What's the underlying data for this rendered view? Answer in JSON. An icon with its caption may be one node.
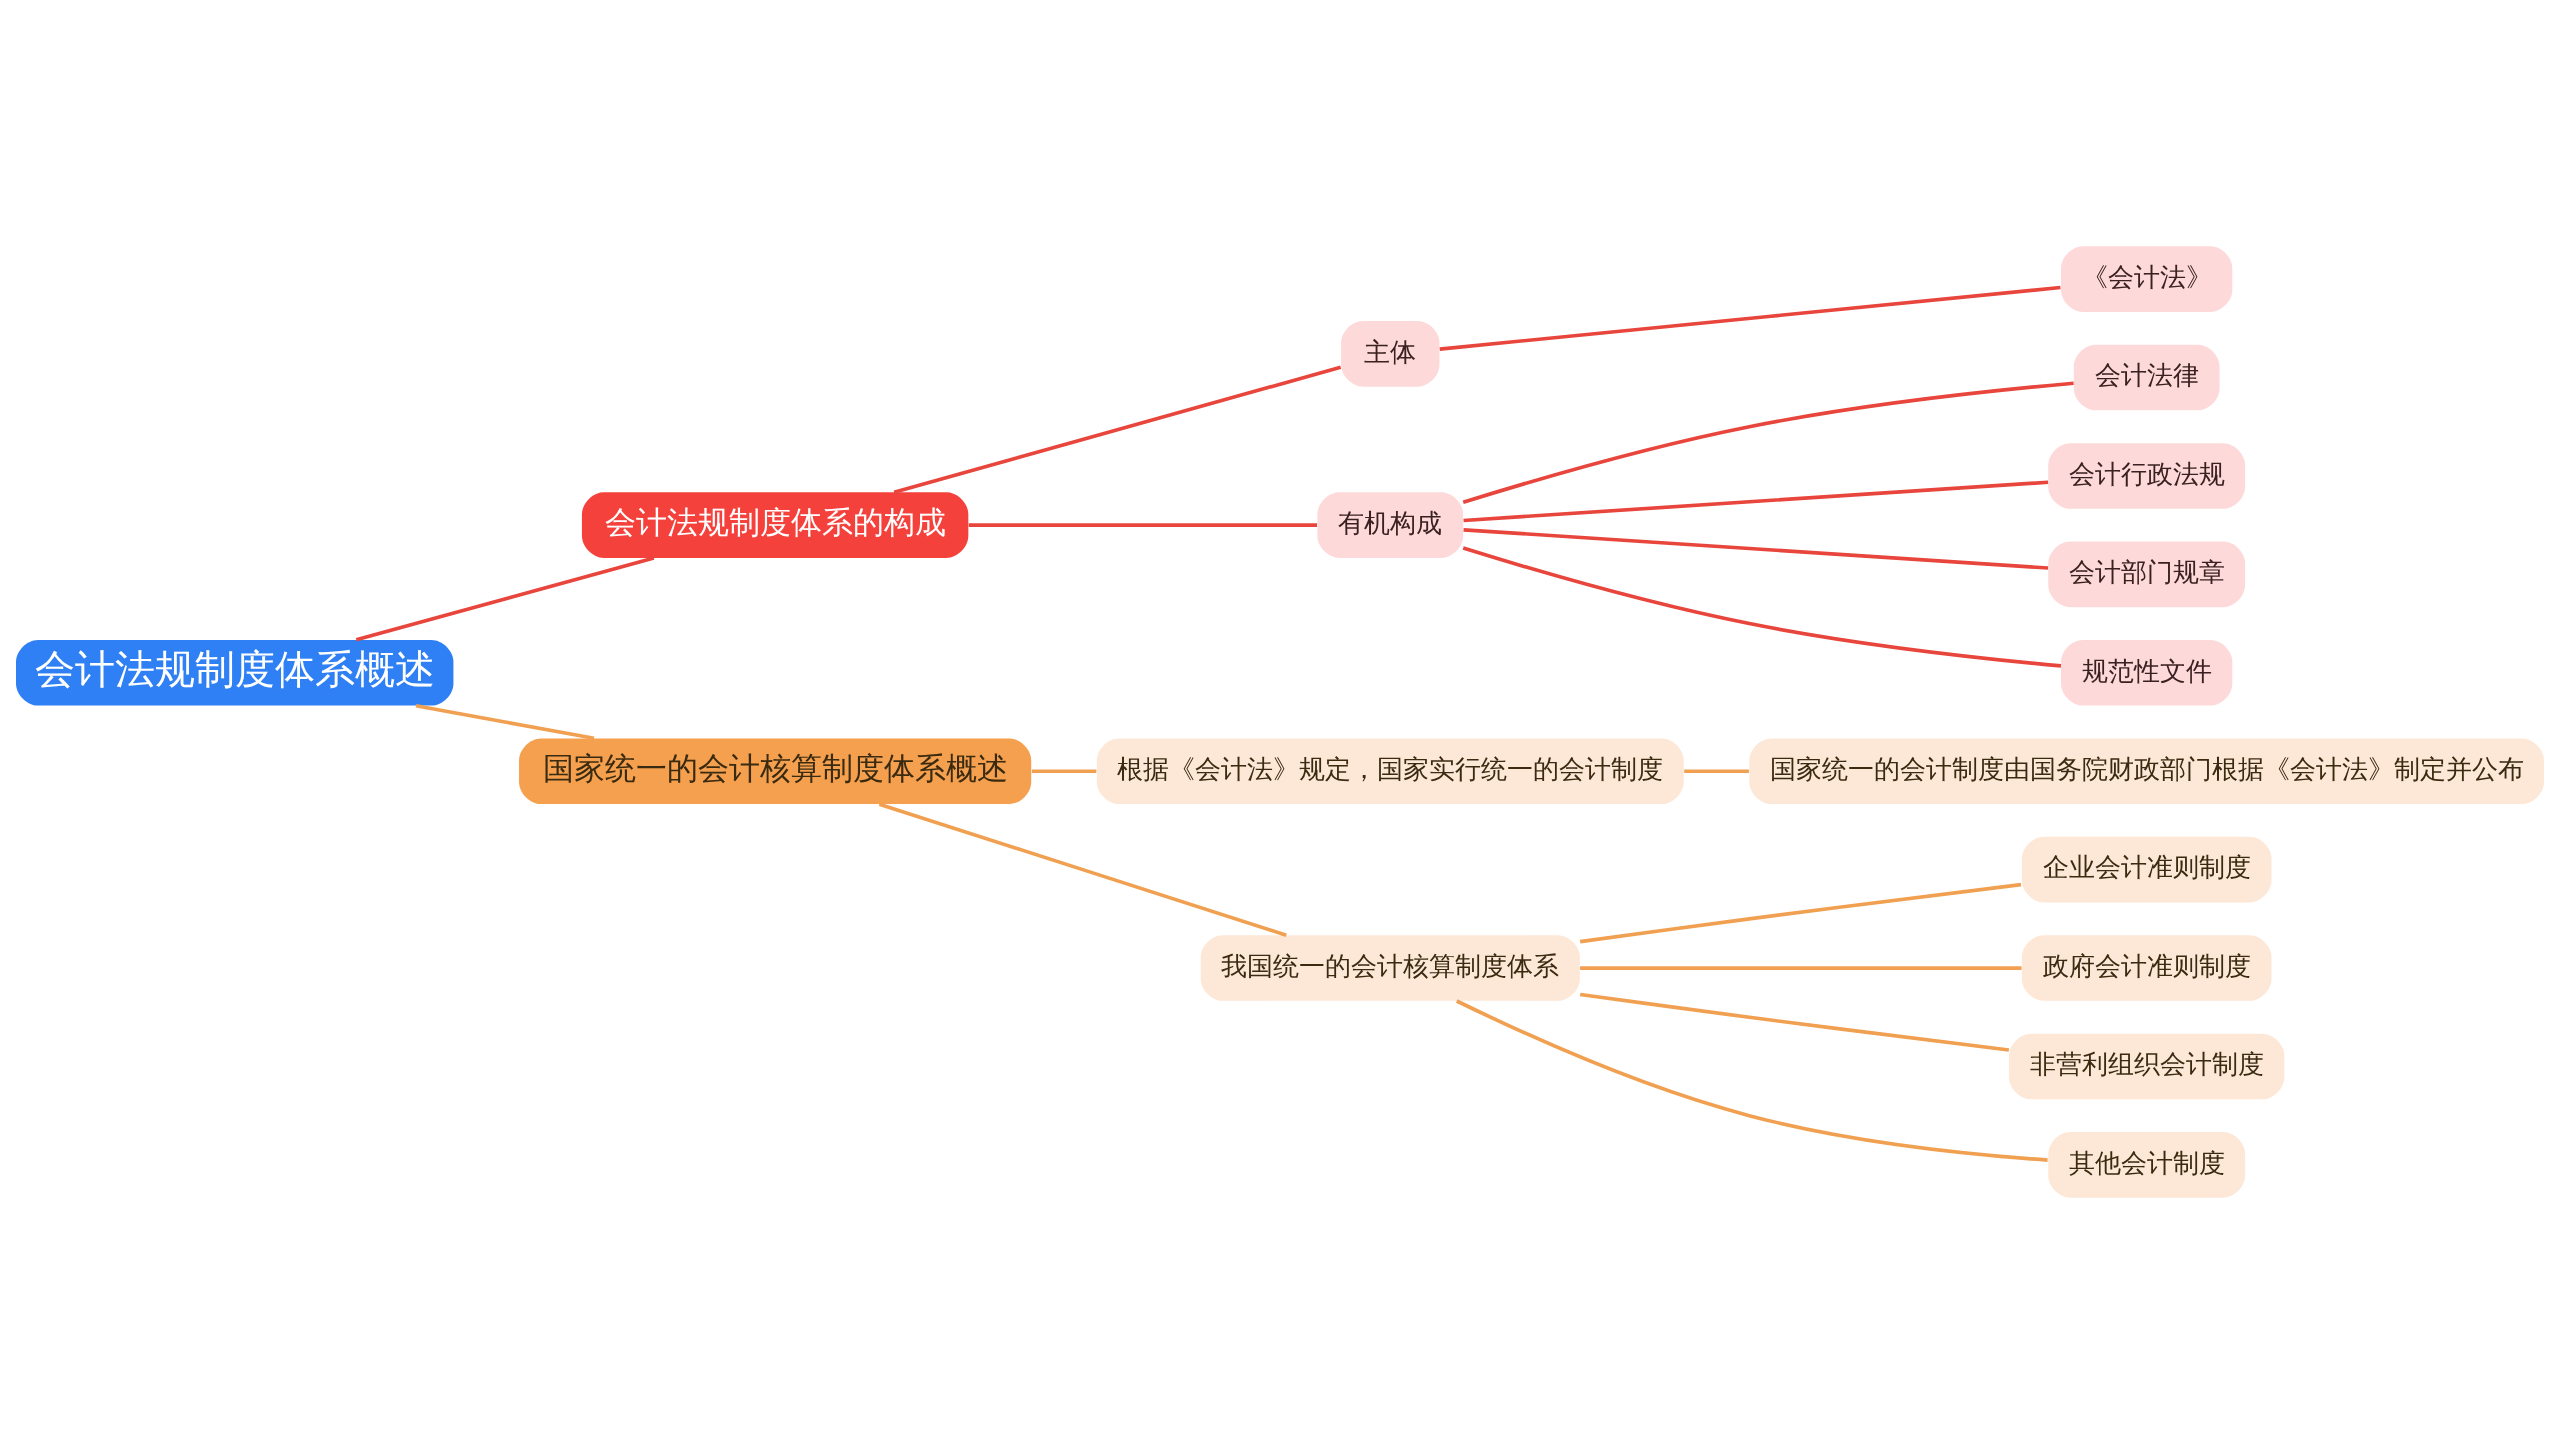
{
  "diagram": {
    "nodes": [
      {
        "text": [
          "会计法规制度体系概述"
        ]
      },
      {
        "text": [
          "会计法规制度体系的构成"
        ]
      },
      {
        "text": [
          "主体"
        ]
      },
      {
        "text": [
          "《会计法》"
        ]
      },
      {
        "text": [
          "有机构成"
        ]
      },
      {
        "text": [
          "会计法律"
        ]
      },
      {
        "text": [
          "会计行政法规"
        ]
      },
      {
        "text": [
          "会计部门规章"
        ]
      },
      {
        "text": [
          "规范性文件"
        ]
      },
      {
        "text": [
          "国家统一的会计核算制度体系概述"
        ]
      },
      {
        "text": [
          "根据《会计法》规定，国家实行统一的会计制度"
        ]
      },
      {
        "text": [
          "国家统一的会计制度由国务院财政部门根据《会计法》制定并公布"
        ]
      },
      {
        "text": [
          "我国统一的会计核算制度体系"
        ]
      },
      {
        "text": [
          "企业会计准则制度"
        ]
      },
      {
        "text": [
          "政府会计准则制度"
        ]
      },
      {
        "text": [
          "非营利组织会计制度"
        ]
      },
      {
        "text": [
          "其他会计制度"
        ]
      }
    ],
    "edges": [
      {
        "from": 0,
        "to": 1,
        "arrow": "none",
        "color": "#e8453c"
      },
      {
        "from": 1,
        "to": 2,
        "arrow": "none",
        "color": "#e8453c"
      },
      {
        "from": 2,
        "to": 3,
        "arrow": "none",
        "color": "#e8453c"
      },
      {
        "from": 1,
        "to": 4,
        "arrow": "none",
        "color": "#e8453c"
      },
      {
        "from": 4,
        "to": 5,
        "arrow": "none",
        "color": "#e8453c"
      },
      {
        "from": 4,
        "to": 6,
        "arrow": "none",
        "color": "#e8453c"
      },
      {
        "from": 4,
        "to": 7,
        "arrow": "none",
        "color": "#e8453c"
      },
      {
        "from": 4,
        "to": 8,
        "arrow": "none",
        "color": "#e8453c"
      },
      {
        "from": 0,
        "to": 9,
        "arrow": "none",
        "color": "#f0a050"
      },
      {
        "from": 9,
        "to": 10,
        "arrow": "none",
        "color": "#f0a050"
      },
      {
        "from": 10,
        "to": 11,
        "arrow": "none",
        "color": "#f0a050"
      },
      {
        "from": 9,
        "to": 12,
        "arrow": "none",
        "color": "#f0a050"
      },
      {
        "from": 12,
        "to": 13,
        "arrow": "none",
        "color": "#f0a050"
      },
      {
        "from": 12,
        "to": 14,
        "arrow": "none",
        "color": "#f0a050"
      },
      {
        "from": 12,
        "to": 15,
        "arrow": "none",
        "color": "#f0a050"
      },
      {
        "from": 12,
        "to": 16,
        "arrow": "none",
        "color": "#f0a050"
      }
    ]
  }
}
